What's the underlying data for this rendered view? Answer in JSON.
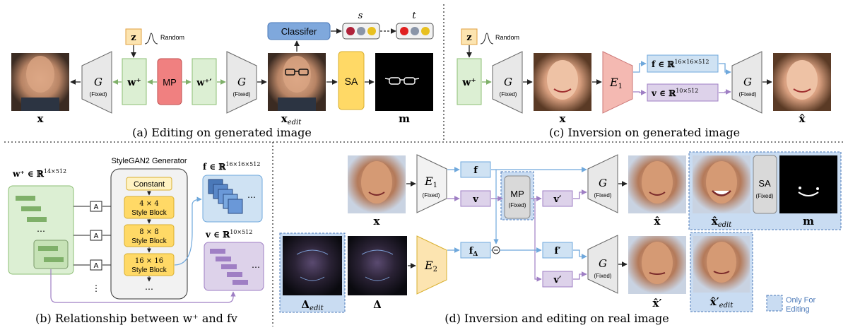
{
  "panels": {
    "a": {
      "caption": "(a) Editing on generated image"
    },
    "b": {
      "caption": "(b) Relationship between w⁺ and fv"
    },
    "c": {
      "caption": "(c) Inversion on generated image"
    },
    "d": {
      "caption": "(d) Inversion and editing on real image"
    }
  },
  "labels": {
    "z": "z",
    "random": "Random",
    "G": "G",
    "fixed": "(Fixed)",
    "wplus": "w⁺",
    "wplus_prime": "w⁺′",
    "MP": "MP",
    "SA": "SA",
    "classifier": "Classifer",
    "s": "s",
    "t": "t",
    "x": "x",
    "x_edit": "x",
    "x_edit_sub": "edit",
    "m": "m",
    "x_hat": "x̂",
    "x_hat_prime": "x̂′",
    "E1": "E",
    "E1_sub": "1",
    "E2": "E",
    "E2_sub": "2",
    "f_space": "f ∈ ℝ",
    "f_space_sup": "16×16×512",
    "v_space": "v ∈ ℝ",
    "v_space_sup": "10×512",
    "wplus_space": "w⁺ ∈ ℝ",
    "wplus_space_sup": "14×512",
    "stylegan_title": "StyleGAN2 Generator",
    "constant": "Constant",
    "block1_res": "4 × 4",
    "block2_res": "8 × 8",
    "block3_res": "16 × 16",
    "style_block": "Style Block",
    "A": "A",
    "ellipsis": "⋯",
    "vdots": "⋮",
    "f": "f",
    "v": "v",
    "v_prime": "v′",
    "f_prime": "f′",
    "f_delta": "f",
    "f_delta_sub": "Δ",
    "delta": "Δ",
    "delta_edit": "Δ",
    "delta_edit_sub": "edit",
    "x_hat_edit": "x̂",
    "x_hat_edit_sub": "edit",
    "x_hat_edit_prime": "x̂′",
    "x_hat_edit_prime_sub": "edit",
    "minus": "⊖",
    "legend_text_1": "Only For",
    "legend_text_2": "Editing"
  },
  "colors": {
    "green_fill": "#dcefd3",
    "green_stroke": "#8dbf75",
    "green_arrow": "#7fb069",
    "red_fill": "#f08080",
    "yellow_fill": "#ffd966",
    "blue_fill": "#cfe2f3",
    "blue_stroke": "#6fa8dc",
    "purple_fill": "#ddd2ea",
    "purple_stroke": "#9f7fc4",
    "encoder1": "#f4b9b2",
    "encoder2": "#fce4b0",
    "generator": "#e8e8e8",
    "highlight": "#c9dcf2"
  }
}
